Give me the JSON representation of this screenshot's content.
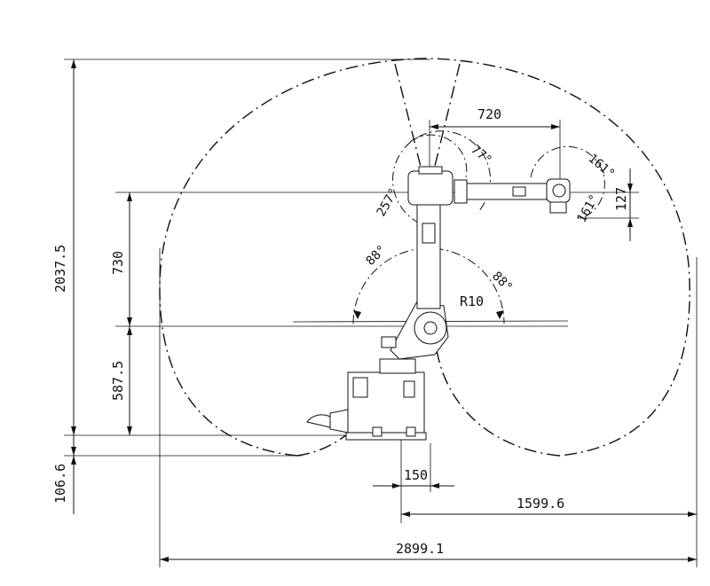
{
  "dimensions": {
    "top_reach": "720",
    "wrist_offset": "127",
    "overall_height": "2037.5",
    "upper_arm": "730",
    "base_height": "587.5",
    "base_depth": "106.6",
    "base_offset": "150",
    "half_width": "1599.6",
    "overall_width": "2899.1"
  },
  "angles": {
    "elbow_pitch": "77°",
    "elbow_roll": "257°",
    "wrist_a": "161°",
    "wrist_b": "161°",
    "shoulder_left": "88°",
    "shoulder_right": "88°"
  },
  "radius": "R10"
}
